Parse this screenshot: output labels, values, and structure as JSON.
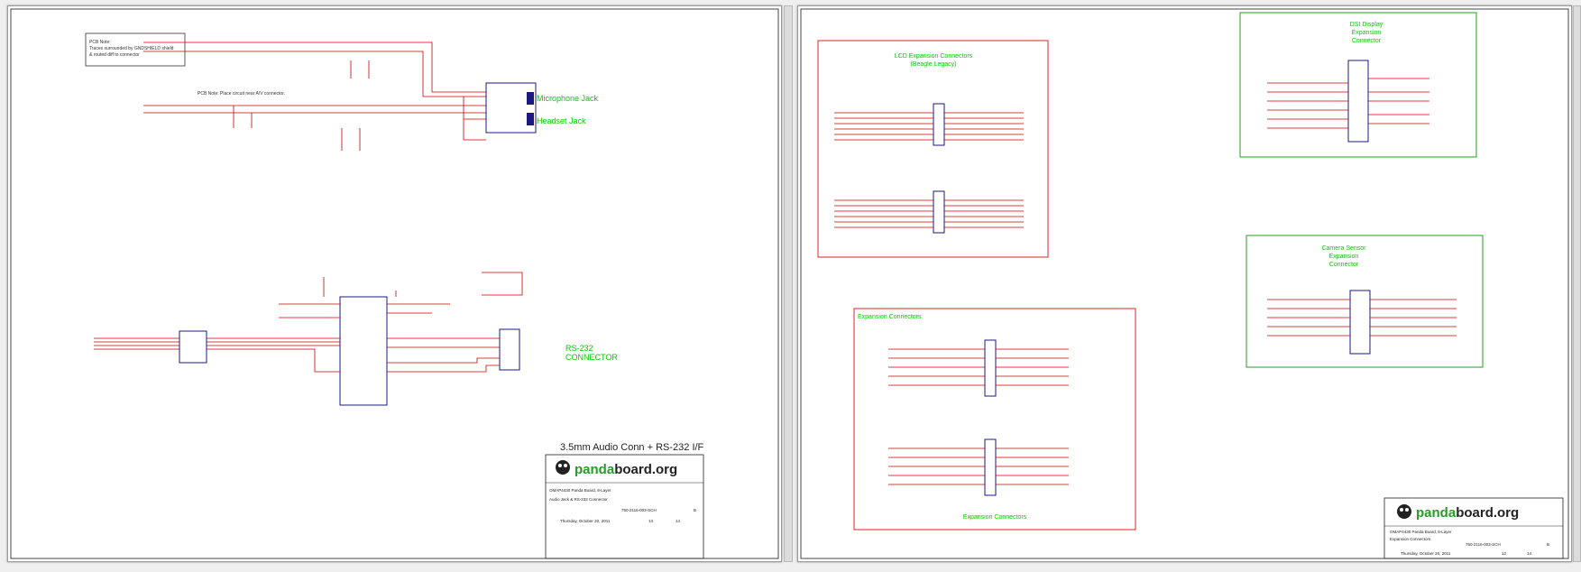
{
  "left_sheet": {
    "pcb_note_top": [
      "PCB Note:",
      "Traces surrounded by GNDSHIELD shield",
      "& routed diff to connector"
    ],
    "pcb_note_mid": "PCB Note:  Place circuit near A/V connector.",
    "mic_jack_label": "Microphone Jack",
    "headset_jack_label": "Headset Jack",
    "rs232_label": [
      "RS-232",
      "CONNECTOR"
    ],
    "sheet_title": "3.5mm Audio Conn + RS-232 I/F",
    "board_name": "OMAP4430 Panda Board, 8-Layer",
    "page_title": "Audio Jack & RS-232 Connector",
    "doc_number": "750-2116-003-SCH",
    "date": "Thursday, October 20, 2011",
    "sheet_no": "13",
    "sheet_of": "14",
    "rev": "B"
  },
  "right_sheet": {
    "lcd_box_title": [
      "LCD Expansion Connectors",
      "(Beagle Legacy)"
    ],
    "dsi_box_title": [
      "DSI Display",
      "Expansion",
      "Connector"
    ],
    "camera_box_title": [
      "Camera Sensor",
      "Expansion",
      "Connector"
    ],
    "expansion_box_title": "Expansion Connectors",
    "expansion_box_footer": "Expansion Connectors",
    "board_name": "OMAP4430 Panda Board, 8-Layer",
    "page_title": "Expansion Connectors",
    "doc_number": "750-2116-003-SCH",
    "date": "Thursday, October 20, 2011",
    "sheet_no": "12",
    "sheet_of": "14",
    "rev": "B"
  },
  "logo": {
    "part1": "panda",
    "part2": "board.org"
  },
  "colors": {
    "wire": "#cc0000",
    "net_label": "#00cc00",
    "logo_green": "#2a9b2a",
    "box_border": "#e02020",
    "green_box_border": "#1fa01f"
  }
}
